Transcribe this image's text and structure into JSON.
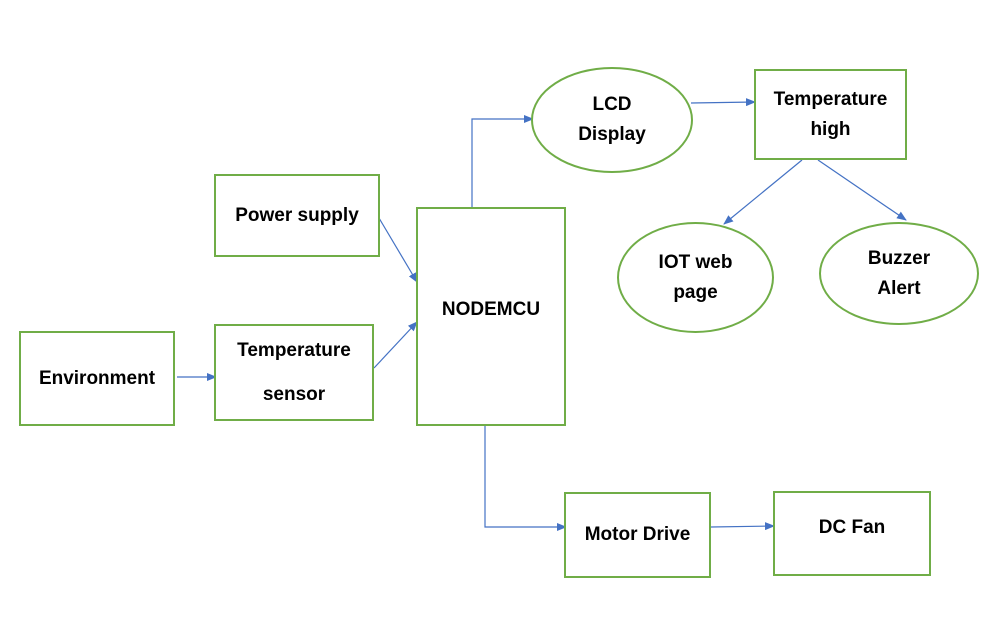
{
  "colors": {
    "node_border": "#70ad47",
    "arrow": "#4472c4",
    "text": "#000000",
    "background": "#ffffff"
  },
  "nodes": {
    "environment": "Environment",
    "temperature_sensor": [
      "Temperature",
      "sensor"
    ],
    "power_supply": "Power supply",
    "nodemcu": "NODEMCU",
    "lcd_display": [
      "LCD",
      "Display"
    ],
    "temperature_high": [
      "Temperature",
      "high"
    ],
    "iot_web_page": [
      "IOT web",
      "page"
    ],
    "buzzer_alert": [
      "Buzzer",
      "Alert"
    ],
    "motor_drive": "Motor Drive",
    "dc_fan": "DC Fan"
  }
}
